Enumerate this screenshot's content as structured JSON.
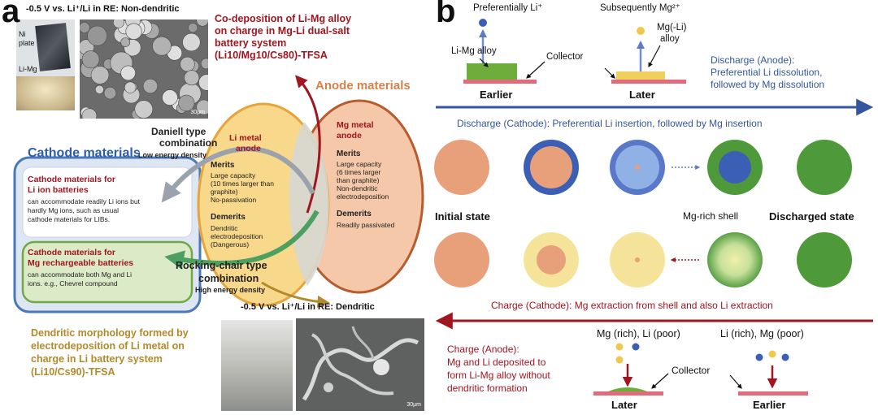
{
  "panel_a": {
    "letter": "a",
    "top_condition": "-0.5 V vs. Li⁺/Li in RE: Non-dendritic",
    "photo_label_ni": "Ni",
    "photo_label_plate": "plate",
    "photo_label_limg": "Li-Mg",
    "scale_bar_top": "30μm",
    "codeposition": {
      "line1": "Co-deposition of Li-Mg alloy",
      "line2": "on charge in Mg-Li dual-salt",
      "line3": "battery system",
      "line4": "(Li10/Mg10/Cs80)-TFSA"
    },
    "anode_materials": "Anode materials",
    "daniell": {
      "line1": "Daniell type",
      "line2": "combination",
      "line3": "Low energy density"
    },
    "cathode_materials": "Cathode materials",
    "cathode_li": {
      "title1": "Cathode materials for",
      "title2": "Li ion batteries",
      "body1": "can accommodate readily Li ions but",
      "body2": "hardly Mg ions, such as usual",
      "body3": "cathode materials for LIBs."
    },
    "cathode_mg": {
      "title1": "Cathode materials for",
      "title2": "Mg rechargeable batteries",
      "body1": "can accommodate both Mg and Li",
      "body2": "ions.  e.g., Chevrel compound"
    },
    "li_anode": {
      "title1": "Li metal",
      "title2": "anode",
      "merits": "Merits",
      "merits_body1": "Large capacity",
      "merits_body2": "(10 times larger than",
      "merits_body3": "graphite)",
      "merits_body4": "No-passivation",
      "demerits": "Demerits",
      "demerits_body1": "Dendritic",
      "demerits_body2": "electrodeposition",
      "demerits_body3": "(Dangerous)"
    },
    "mg_anode": {
      "title1": "Mg metal",
      "title2": "anode",
      "merits": "Merits",
      "merits_body1": "Large capacity",
      "merits_body2": "(6 times larger",
      "merits_body3": "than graphite)",
      "merits_body4": "Non-dendritic",
      "merits_body5": "electrodeposition",
      "demerits": "Demerits",
      "demerits_body1": "Readily passivated"
    },
    "rocking": {
      "line1": "Rocking-chair type",
      "line2": "combination",
      "line3": "High energy density"
    },
    "bottom_condition": "-0.5 V vs. Li⁺/Li in RE: Dendritic",
    "dendritic": {
      "line1": "Dendritic morphology formed by",
      "line2": "electrodeposition of Li metal on",
      "line3": "charge in Li battery system",
      "line4": "(Li10/Cs90)-TFSA"
    },
    "scale_bar_bottom": "30μm"
  },
  "panel_b": {
    "letter": "b",
    "preferentially": "Preferentially Li⁺",
    "subsequently": "Subsequently Mg²⁺",
    "limg_alloy": "Li-Mg alloy",
    "collector_top": "Collector",
    "mg_li_alloy1": "Mg(-Li)",
    "mg_li_alloy2": "alloy",
    "earlier_top": "Earlier",
    "later_top": "Later",
    "discharge_anode1": "Discharge (Anode):",
    "discharge_anode2": "Preferential Li dissolution,",
    "discharge_anode3": "followed by Mg dissolution",
    "discharge_cathode": "Discharge (Cathode): Preferential Li insertion, followed by Mg insertion",
    "initial_state": "Initial state",
    "mg_rich_shell": "Mg-rich shell",
    "discharged_state": "Discharged state",
    "charge_cathode": "Charge (Cathode): Mg extraction from shell and also Li extraction",
    "charge_anode1": "Charge (Anode):",
    "charge_anode2": "Mg and Li deposited to",
    "charge_anode3": "form Li-Mg alloy without",
    "charge_anode4": "dendritic formation",
    "mg_rich_li_poor": "Mg (rich), Li (poor)",
    "li_rich_mg_poor": "Li (rich), Mg (poor)",
    "collector_bottom": "Collector",
    "later_bottom": "Later",
    "earlier_bottom": "Earlier"
  },
  "colors": {
    "dark_red": "#a1151f",
    "gold": "#b38a2a",
    "blue_frame": "#4a78b8",
    "green": "#4e9a3a",
    "salmon": "#e8a07a",
    "yellow": "#f6e39a",
    "blue_particle": "#3b5fb5",
    "arrow_blue": "#35569e"
  }
}
